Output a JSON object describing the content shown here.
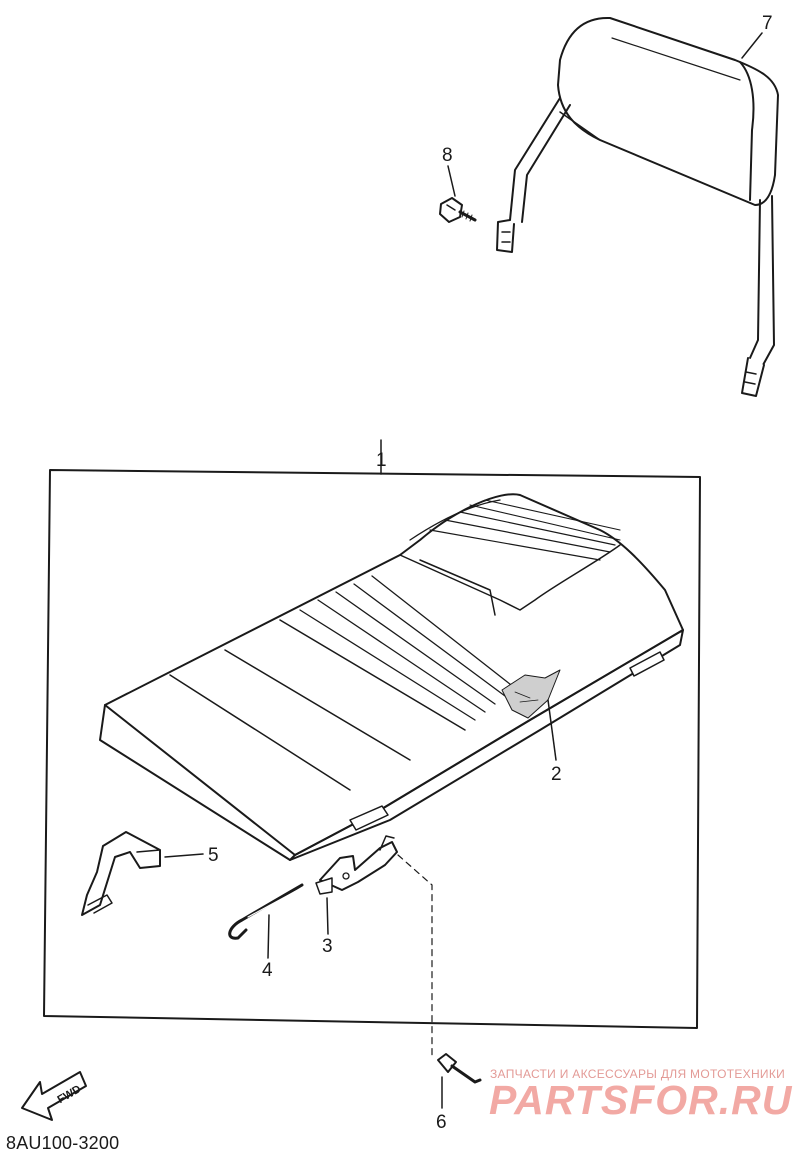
{
  "callouts": {
    "c1": "1",
    "c2": "2",
    "c3": "3",
    "c4": "4",
    "c5": "5",
    "c6": "6",
    "c7": "7",
    "c8": "8"
  },
  "fwd_arrow": {
    "label": "FWD"
  },
  "diagram_code": "8AU100-3200",
  "watermark": {
    "tagline": "ЗАПЧАСТИ И АКСЕССУАРЫ ДЛЯ МОТОТЕХНИКИ",
    "brand": "PARTSFOR.RU"
  },
  "colors": {
    "line": "#1a1a1a",
    "watermark": "#f2a9a4"
  }
}
